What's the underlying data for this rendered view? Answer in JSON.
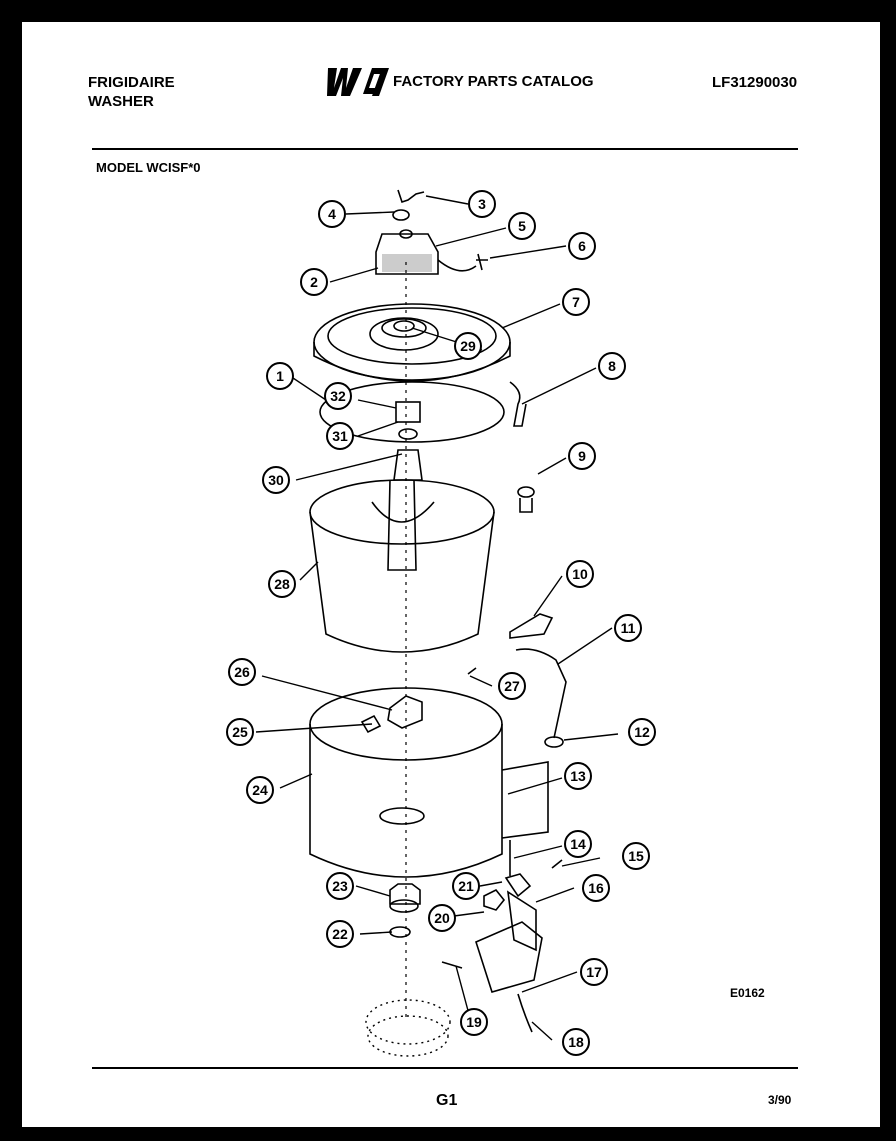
{
  "header": {
    "brand": "FRIGIDAIRE",
    "product": "WASHER",
    "logo_text": "WCI",
    "catalog_title": "FACTORY PARTS CATALOG",
    "part_number": "LF31290030",
    "model": "MODEL WCISF*0"
  },
  "diagram": {
    "code": "E0162",
    "callouts": [
      "1",
      "2",
      "3",
      "4",
      "5",
      "6",
      "7",
      "8",
      "9",
      "10",
      "11",
      "12",
      "13",
      "14",
      "15",
      "16",
      "17",
      "18",
      "19",
      "20",
      "21",
      "22",
      "23",
      "24",
      "25",
      "26",
      "27",
      "28",
      "29",
      "30",
      "31",
      "32"
    ]
  },
  "footer": {
    "page_code": "G1",
    "date": "3/90"
  }
}
